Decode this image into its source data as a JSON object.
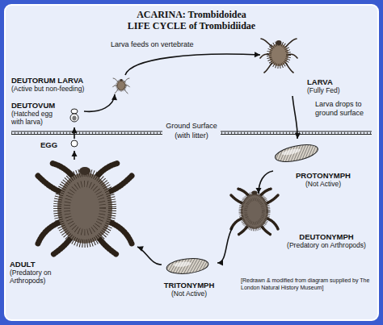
{
  "diagram": {
    "title": "ACARINA: Trombidoidea LIFE CYCLE of Trombidiidae",
    "nodes": [
      {
        "text": [
          "DEUTORUM LARVA",
          "(Active but non-feeding)"
        ]
      },
      {
        "text": [
          "LARVA",
          "(Fully Fed)"
        ]
      },
      {
        "text": [
          "PROTONYMPH",
          "(Not Active)"
        ]
      },
      {
        "text": [
          "DEUTONYMPH",
          "(Predatory on Arthropods)"
        ]
      },
      {
        "text": [
          "TRITONYMPH",
          "(Not Active)"
        ]
      },
      {
        "text": [
          "ADULT",
          "(Predatory on Arthropods)"
        ]
      },
      {
        "text": [
          "EGG"
        ]
      },
      {
        "text": [
          "DEUTOVUM",
          "(Hatched egg with larva)"
        ]
      }
    ],
    "edges": [
      {
        "from": 0,
        "to": 1,
        "arrow": "to",
        "label": "Larva feeds on vertebrate"
      },
      {
        "from": 1,
        "to": 2,
        "arrow": "to",
        "label": "Larva drops to ground surface"
      },
      {
        "from": 2,
        "to": 3,
        "arrow": "to"
      },
      {
        "from": 3,
        "to": 4,
        "arrow": "to"
      },
      {
        "from": 4,
        "to": 5,
        "arrow": "to"
      },
      {
        "from": 5,
        "to": 6,
        "arrow": "to"
      },
      {
        "from": 6,
        "to": 7,
        "arrow": "to"
      },
      {
        "from": 7,
        "to": 0,
        "arrow": "to"
      }
    ],
    "labels": [
      "Ground Surface (with litter)",
      "[Redrawn & modified from diagram supplied by The London Natural History Museum]"
    ]
  }
}
